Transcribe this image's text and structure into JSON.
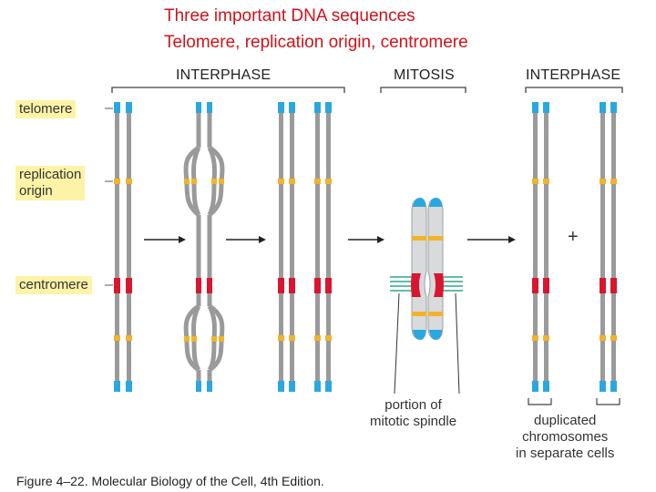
{
  "title": {
    "line1": "Three important DNA sequences",
    "line2": "Telomere, replication origin, centromere"
  },
  "sections": {
    "interphase_left": "INTERPHASE",
    "mitosis": "MITOSIS",
    "interphase_right": "INTERPHASE"
  },
  "labels": {
    "telomere": "telomere",
    "replication_origin": [
      "replication",
      "origin"
    ],
    "centromere": "centromere"
  },
  "annotations": {
    "spindle": [
      "portion of",
      "mitotic spindle"
    ],
    "duplicated": [
      "duplicated",
      "chromosomes",
      "in separate cells"
    ],
    "plus": "+"
  },
  "caption": "Figure 4–22. Molecular Biology of the Cell, 4th Edition.",
  "colors": {
    "strand": "#9a9a9a",
    "telomere": "#29a8e0",
    "origin": "#f2b32a",
    "centromere": "#d9162f",
    "spindle": "#2aa88a",
    "chromatid": "#d8dadc",
    "title": "#d0121b",
    "label_bg": "#fdf3a6"
  }
}
